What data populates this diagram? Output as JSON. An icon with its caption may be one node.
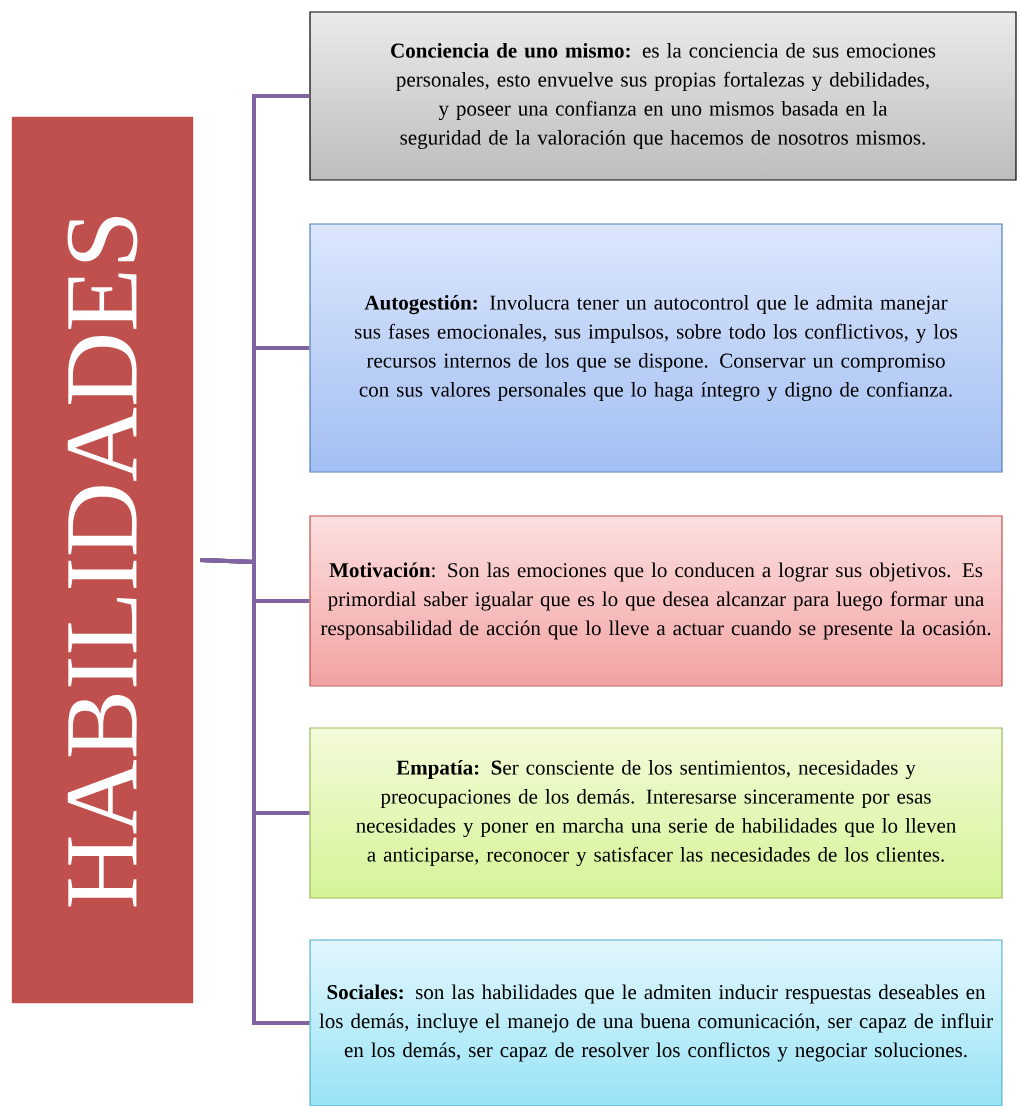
{
  "diagram": {
    "nodes": [
      {
        "text": [
          "HABILIDADES"
        ]
      },
      {
        "text": [
          "**Conciencia de uno mismo:** es la conciencia de sus emociones personales, esto envuelve sus propias fortalezas y debilidades, y poseer una confianza en uno mismos basada en la seguridad de la valoración que hacemos de nosotros mismos."
        ]
      },
      {
        "text": [
          "**Autogestión:** Involucra tener un autocontrol que le admita manejar sus fases emocionales, sus impulsos, sobre todo los conflictivos, y los recursos internos de los que se dispone. Conservar un compromiso con sus valores personales que lo haga íntegro y digno de confianza."
        ]
      },
      {
        "text": [
          "**Motivación**: Son las emociones que lo conducen a lograr sus objetivos. Es primordial saber igualar que es lo que desea alcanzar para luego formar una responsabilidad de acción que lo lleve a actuar cuando se presente la ocasión."
        ]
      },
      {
        "text": [
          "**Empatía: S**er consciente de los sentimientos, necesidades y preocupaciones de los demás. Interesarse sinceramente por esas necesidades y poner en marcha una serie de habilidades que lo lleven a anticiparse, reconocer y satisfacer las necesidades de los clientes."
        ]
      },
      {
        "text": [
          "**Sociales:** son las habilidades que le admiten inducir respuestas deseables en los demás, incluye el manejo de una buena comunicación, ser capaz de influir en los demás, ser capaz de resolver los conflictos y negociar soluciones."
        ]
      }
    ],
    "edges": [
      {
        "from": 0,
        "to": 1,
        "arrow": "none"
      },
      {
        "from": 0,
        "to": 2,
        "arrow": "none"
      },
      {
        "from": 0,
        "to": 3,
        "arrow": "none"
      },
      {
        "from": 0,
        "to": 4,
        "arrow": "none"
      },
      {
        "from": 0,
        "to": 5,
        "arrow": "none"
      }
    ]
  }
}
